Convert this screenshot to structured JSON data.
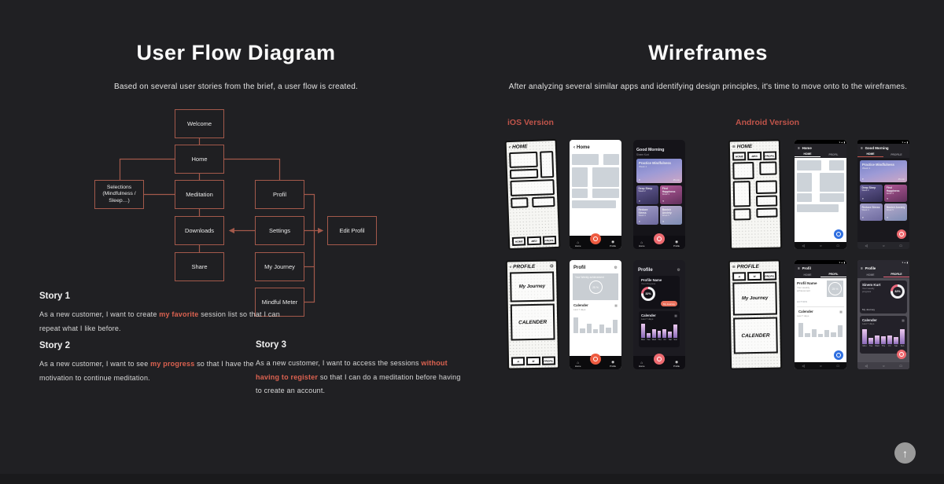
{
  "icons": {
    "back": "‹",
    "menu": "≡",
    "gear": "⚙",
    "up_arrow": "↑",
    "heart": "♥",
    "home": "⌂",
    "profile": "◉",
    "calendar": "▦",
    "nav_back": "◁",
    "nav_home": "○",
    "nav_square": "□",
    "signal": "▴",
    "wifi": "▾",
    "battery": "▮"
  },
  "colors": {
    "accent": "#c0544a",
    "highlight": "#dc6250",
    "flow_border": "#a3594b",
    "background": "#202023"
  },
  "left": {
    "title": "User Flow Diagram",
    "subtitle": "Based on several user stories from the brief, a user flow is created.",
    "flow": {
      "nodes": [
        {
          "label": "Welcome"
        },
        {
          "label": "Home"
        },
        {
          "label": "Selections (Mindfulness / Sleep…)"
        },
        {
          "label": "Meditation"
        },
        {
          "label": "Profil"
        },
        {
          "label": "Downloads"
        },
        {
          "label": "Settings"
        },
        {
          "label": "Edit Profil"
        },
        {
          "label": "Share"
        },
        {
          "label": "My Journey"
        },
        {
          "label": "Mindful Meter"
        }
      ]
    },
    "stories": [
      {
        "heading": "Story 1",
        "pre": "As a new customer, I want to create ",
        "highlight": "my favorite",
        "post": " session list so that I can repeat what I like before."
      },
      {
        "heading": "Story 2",
        "pre": "As a new customer, I want to see ",
        "highlight": "my progress",
        "post": " so that I have the motivation to continue meditation."
      },
      {
        "heading": "Story 3",
        "pre": "As a new customer, I want to access the sessions ",
        "highlight": "without having to register",
        "post": " so that I can do a meditation before having to create an account."
      }
    ]
  },
  "right": {
    "title": "Wireframes",
    "subtitle": "After analyzing several similar apps and identifying design principles, it's time to move onto to the wireframes.",
    "ios_label": "iOS Version",
    "android_label": "Android Version",
    "phones": {
      "ios_sketch_home": {
        "header": "HOME",
        "nav": [
          "HOME",
          "MED",
          "PROFIL"
        ]
      },
      "ios_wire_home": {
        "header": "Home",
        "nav_home": "Home",
        "nav_profile": "Profile"
      },
      "ios_mock_home": {
        "greeting": "Good Morning",
        "user": "Sinem Kurt",
        "hero": {
          "title": "Practice Mindfulness",
          "week": "Week 1",
          "duration": "45 min"
        },
        "cards": [
          {
            "title": "Deep Sleep",
            "week": "Week 2"
          },
          {
            "title": "Find Happiness",
            "week": "Week 3"
          },
          {
            "title": "Reduce Stress",
            "week": "Week 4"
          },
          {
            "title": "Banish Anxiety",
            "week": "Week 5"
          }
        ],
        "nav_home": "Home",
        "nav_profile": "Profile"
      },
      "ios_sketch_profile": {
        "header": "PROFILE",
        "box1": "My Journey",
        "box2": "CALENDER",
        "nav": [
          "H",
          "M",
          "PROFIL"
        ]
      },
      "ios_wire_profile": {
        "title": "Profil",
        "banner": "Your Weekly achievement",
        "percent": "25 %",
        "calendar": "Calender",
        "cal_sub": "Last 7 days",
        "bars": [
          85,
          25,
          50,
          20,
          45,
          30,
          72
        ],
        "nav_home": "Home",
        "nav_profile": "Profile"
      },
      "ios_mock_profile": {
        "title": "Profile",
        "name": "Profile Name",
        "sub": "Your Progress",
        "percent": "32%",
        "button": "My Journey",
        "calendar": "Calender",
        "cal_sub": "Last 7 days",
        "bars": [
          90,
          32,
          55,
          45,
          55,
          40,
          85
        ],
        "days": [
          "Mon",
          "Tue",
          "Wed",
          "Thu",
          "Fri",
          "Sat",
          "Sun"
        ],
        "nav_home": "Home",
        "nav_profile": "Profile"
      },
      "android_sketch_home": {
        "header": "HOME",
        "tabs": [
          "HOME",
          "MED",
          "PROFIL"
        ]
      },
      "android_wire_home": {
        "header": "Home",
        "tabs": [
          "HOME",
          "PROFIL"
        ]
      },
      "android_mock_home": {
        "header": "Good Morning",
        "tabs": [
          "HOME",
          "PROFILE"
        ],
        "hero": {
          "title": "Practice Mindfulness",
          "week": "Week 1",
          "duration": "45 min"
        },
        "cards": [
          {
            "title": "Deep Sleep",
            "week": "Week 2"
          },
          {
            "title": "Find Happiness",
            "week": "Week 3"
          },
          {
            "title": "Reduce Stress",
            "week": "Week 4"
          },
          {
            "title": "Banish Anxiety",
            "week": "Week 5"
          }
        ]
      },
      "android_sketch_profile": {
        "header": "PROFILE",
        "tabs": [
          "H",
          "M",
          "PROFIL"
        ],
        "box1": "My Journey",
        "box2": "CALENDER"
      },
      "android_wire_profile": {
        "header": "Profil",
        "tabs": [
          "HOME",
          "PROFIL"
        ],
        "name": "Profil Name",
        "sub": "Your weekly achievement",
        "percent": "25 %",
        "action": "ACTION",
        "calendar": "Calender",
        "cal_sub": "Last 7 days",
        "bars": [
          85,
          25,
          50,
          20,
          45,
          30,
          72
        ]
      },
      "android_mock_profile": {
        "header": "Profile",
        "tabs": [
          "HOME",
          "PROFILE"
        ],
        "name": "Sinem Kurt",
        "sub": "Your weekly progress",
        "percent": "32%",
        "link": "My Journey",
        "calendar": "Calender",
        "cal_sub": "Last 7 days",
        "bars": [
          88,
          35,
          50,
          45,
          52,
          42,
          85
        ],
        "days": [
          "Mon",
          "Tue",
          "Wed",
          "Thu",
          "Fri",
          "Sat",
          "Sun"
        ]
      }
    }
  }
}
